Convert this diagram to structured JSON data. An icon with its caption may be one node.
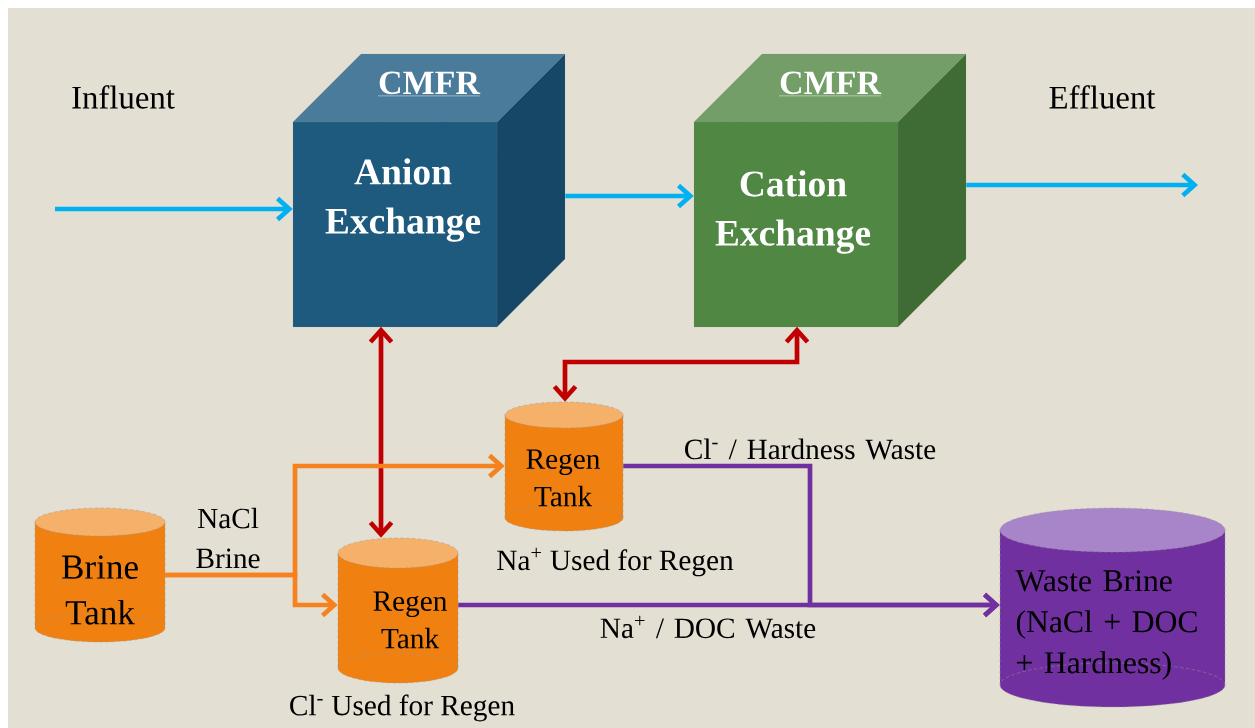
{
  "diagram": {
    "nodes": [
      {
        "text": [
          "CMFR",
          "Anion Exchange"
        ]
      },
      {
        "text": [
          "CMFR",
          "Cation Exchange"
        ]
      },
      {
        "text": [
          "Regen Tank"
        ],
        "beside": [
          "Na$^{+}$ Used for Regen"
        ]
      },
      {
        "text": [
          "Brine Tank"
        ]
      },
      {
        "text": [
          "Regen Tank"
        ],
        "beside": [
          "Cl$^{-}$ Used for Regen"
        ]
      },
      {
        "text": [
          "Waste Brine (NaCl + DOC + Hardness)"
        ]
      }
    ],
    "edges": [
      {
        "from": null,
        "to": 0,
        "arrow": "to",
        "color": "#00b0f0"
      },
      {
        "from": 0,
        "to": 1,
        "arrow": "to",
        "color": "#00b0f0"
      },
      {
        "from": 1,
        "to": null,
        "arrow": "to",
        "color": "#00b0f0"
      },
      {
        "from": 0,
        "to": 4,
        "arrow": "both",
        "color": "#c00000"
      },
      {
        "from": 1,
        "to": 2,
        "arrow": "both",
        "color": "#c00000"
      },
      {
        "from": 3,
        "to": 2,
        "arrow": "to",
        "color": "#f5821f"
      },
      {
        "from": 3,
        "to": 4,
        "arrow": "to",
        "color": "#f5821f",
        "label": "NaCl Brine"
      },
      {
        "from": 2,
        "to": 5,
        "arrow": "to",
        "color": "#7030a0",
        "label": "Cl$^{-}$ / Hardness Waste"
      },
      {
        "from": 4,
        "to": 5,
        "arrow": "to",
        "color": "#7030a0",
        "label": "Na$^{+}$ / DOC Waste"
      }
    ],
    "labels": [
      "Influent",
      "Effluent"
    ]
  }
}
